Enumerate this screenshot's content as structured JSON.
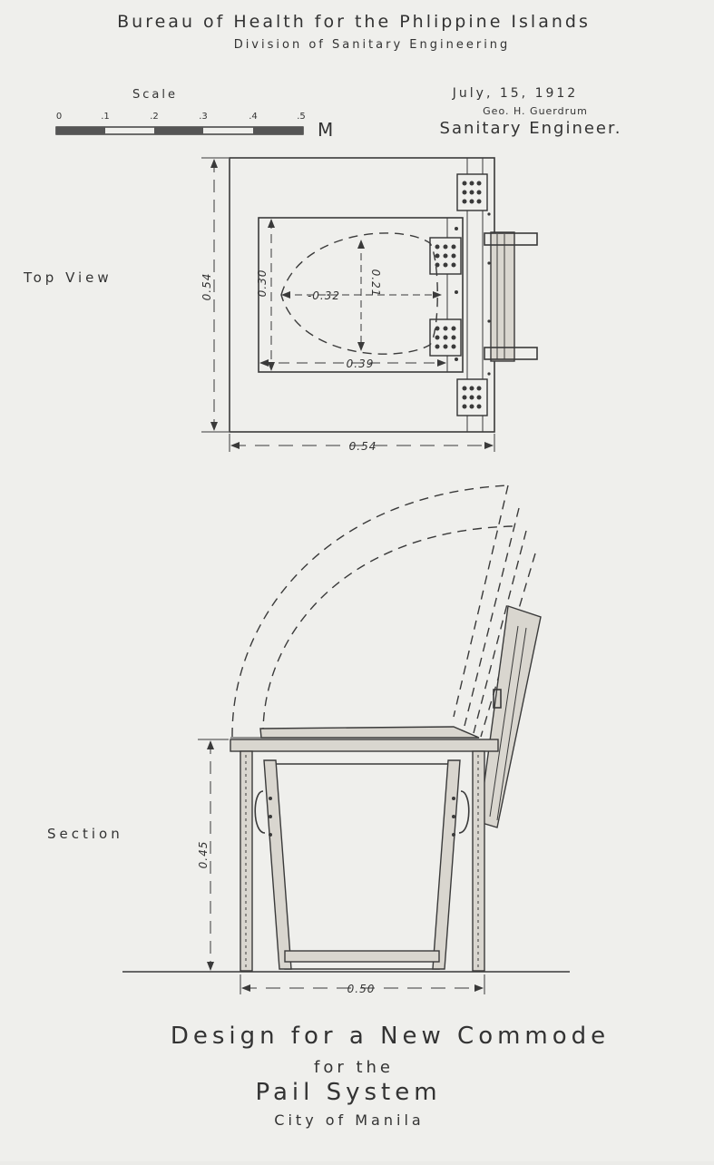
{
  "header": {
    "title": "Bureau of Health for the Phlippine Islands",
    "subtitle": "Division of Sanitary Engineering",
    "scale_label": "Scale",
    "scale_ticks": [
      "0",
      ".1",
      ".2",
      ".3",
      ".4",
      ".5"
    ],
    "scale_unit": "M",
    "date": "July, 15, 1912",
    "engineer_name": "Geo. H. Guerdrum",
    "engineer_title": "Sanitary Engineer."
  },
  "top_view": {
    "label": "Top View",
    "dim_height": "0.54",
    "dim_width": "0.54",
    "dim_opening_height": "0.30",
    "dim_opening_width": "0.39",
    "dim_oval_width": "-0.32",
    "dim_oval_height": "0.21"
  },
  "section": {
    "label": "Section",
    "dim_height": "0.45",
    "dim_width": "0.50"
  },
  "footer": {
    "line1": "Design for a New Commode",
    "line2": "for the",
    "line3": "Pail System",
    "line4": "City of Manila"
  }
}
